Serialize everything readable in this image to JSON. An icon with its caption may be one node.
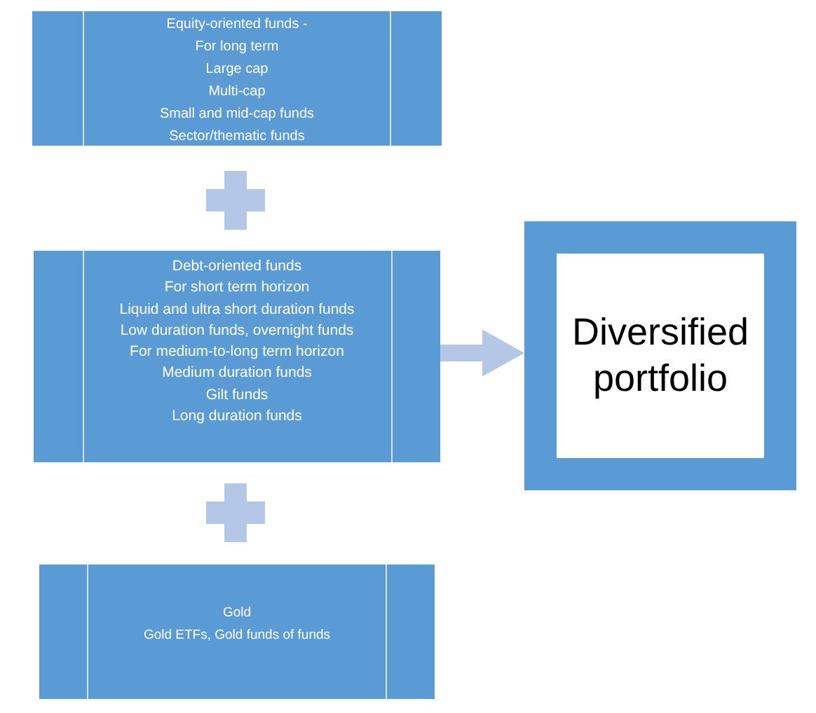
{
  "diagram": {
    "nodes": [
      {
        "text": [
          "Equity-oriented funds -",
          "For long term",
          "Large cap",
          "Multi-cap",
          "Small and mid-cap funds",
          "Sector/thematic funds"
        ]
      },
      {
        "text": [
          "Debt-oriented funds",
          "For short term horizon",
          "Liquid and ultra short duration funds",
          "Low duration funds, overnight funds",
          "For medium-to-long term horizon",
          "Medium duration funds",
          "Gilt funds",
          "Long duration funds"
        ]
      },
      {
        "text": [
          "Gold",
          "Gold ETFs, Gold funds of funds"
        ]
      },
      {
        "text": [],
        "shape": "box"
      },
      {
        "text": [
          "Diversified portfolio"
        ],
        "in": 3
      }
    ],
    "edges": [
      {
        "from": 1,
        "to": 3,
        "arrow": "to"
      }
    ]
  }
}
